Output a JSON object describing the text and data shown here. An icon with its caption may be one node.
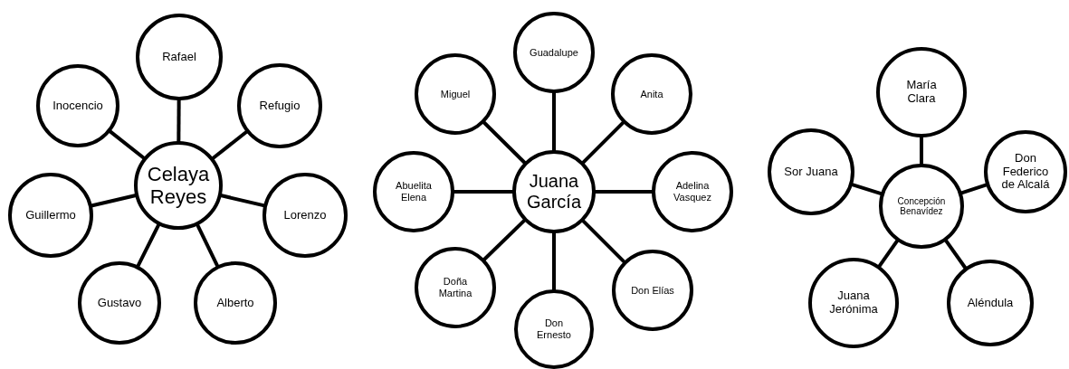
{
  "diagram": {
    "nodes": [
      {
        "text": [
          "Celaya Reyes"
        ]
      },
      {
        "text": [
          "Rafael"
        ]
      },
      {
        "text": [
          "Refugio"
        ]
      },
      {
        "text": [
          "Lorenzo"
        ]
      },
      {
        "text": [
          "Alberto"
        ]
      },
      {
        "text": [
          "Gustavo"
        ]
      },
      {
        "text": [
          "Guillermo"
        ]
      },
      {
        "text": [
          "Inocencio"
        ]
      },
      {
        "text": [
          "Juana García"
        ]
      },
      {
        "text": [
          "Guadalupe"
        ]
      },
      {
        "text": [
          "Anita"
        ]
      },
      {
        "text": [
          "Adelina Vasquez"
        ]
      },
      {
        "text": [
          "Don Elías"
        ]
      },
      {
        "text": [
          "Don Ernesto"
        ]
      },
      {
        "text": [
          "Doña Martina"
        ]
      },
      {
        "text": [
          "Abuelita Elena"
        ]
      },
      {
        "text": [
          "Miguel"
        ]
      },
      {
        "text": [
          "Concepción Benavídez"
        ]
      },
      {
        "text": [
          "María Clara"
        ]
      },
      {
        "text": [
          "Don Federico de Alcalá"
        ]
      },
      {
        "text": [
          "Aléndula"
        ]
      },
      {
        "text": [
          "Juana Jerónima"
        ]
      },
      {
        "text": [
          "Sor Juana"
        ]
      }
    ],
    "edges": [
      {
        "from": 0,
        "to": 1,
        "arrow": "none"
      },
      {
        "from": 0,
        "to": 2,
        "arrow": "none"
      },
      {
        "from": 0,
        "to": 3,
        "arrow": "none"
      },
      {
        "from": 0,
        "to": 4,
        "arrow": "none"
      },
      {
        "from": 0,
        "to": 5,
        "arrow": "none"
      },
      {
        "from": 0,
        "to": 6,
        "arrow": "none"
      },
      {
        "from": 0,
        "to": 7,
        "arrow": "none"
      },
      {
        "from": 8,
        "to": 9,
        "arrow": "none"
      },
      {
        "from": 8,
        "to": 10,
        "arrow": "none"
      },
      {
        "from": 8,
        "to": 11,
        "arrow": "none"
      },
      {
        "from": 8,
        "to": 12,
        "arrow": "none"
      },
      {
        "from": 8,
        "to": 13,
        "arrow": "none"
      },
      {
        "from": 8,
        "to": 14,
        "arrow": "none"
      },
      {
        "from": 8,
        "to": 15,
        "arrow": "none"
      },
      {
        "from": 8,
        "to": 16,
        "arrow": "none"
      },
      {
        "from": 17,
        "to": 18,
        "arrow": "none"
      },
      {
        "from": 17,
        "to": 19,
        "arrow": "none"
      },
      {
        "from": 17,
        "to": 20,
        "arrow": "none"
      },
      {
        "from": 17,
        "to": 21,
        "arrow": "none"
      },
      {
        "from": 17,
        "to": 22,
        "arrow": "none"
      }
    ]
  }
}
